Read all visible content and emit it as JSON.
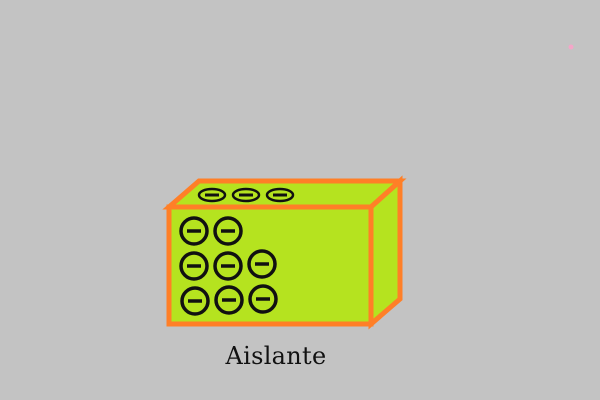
{
  "diagram": {
    "caption": "Aislante",
    "colors": {
      "background": "#c3c3c3",
      "block_fill": "#b5e31f",
      "block_outline": "#ff7f27",
      "charge": "#111111",
      "stray_dot": "#f4a6c8"
    },
    "charges": {
      "symbol": "negative",
      "front_face_count": 8,
      "top_face_count": 3
    }
  }
}
